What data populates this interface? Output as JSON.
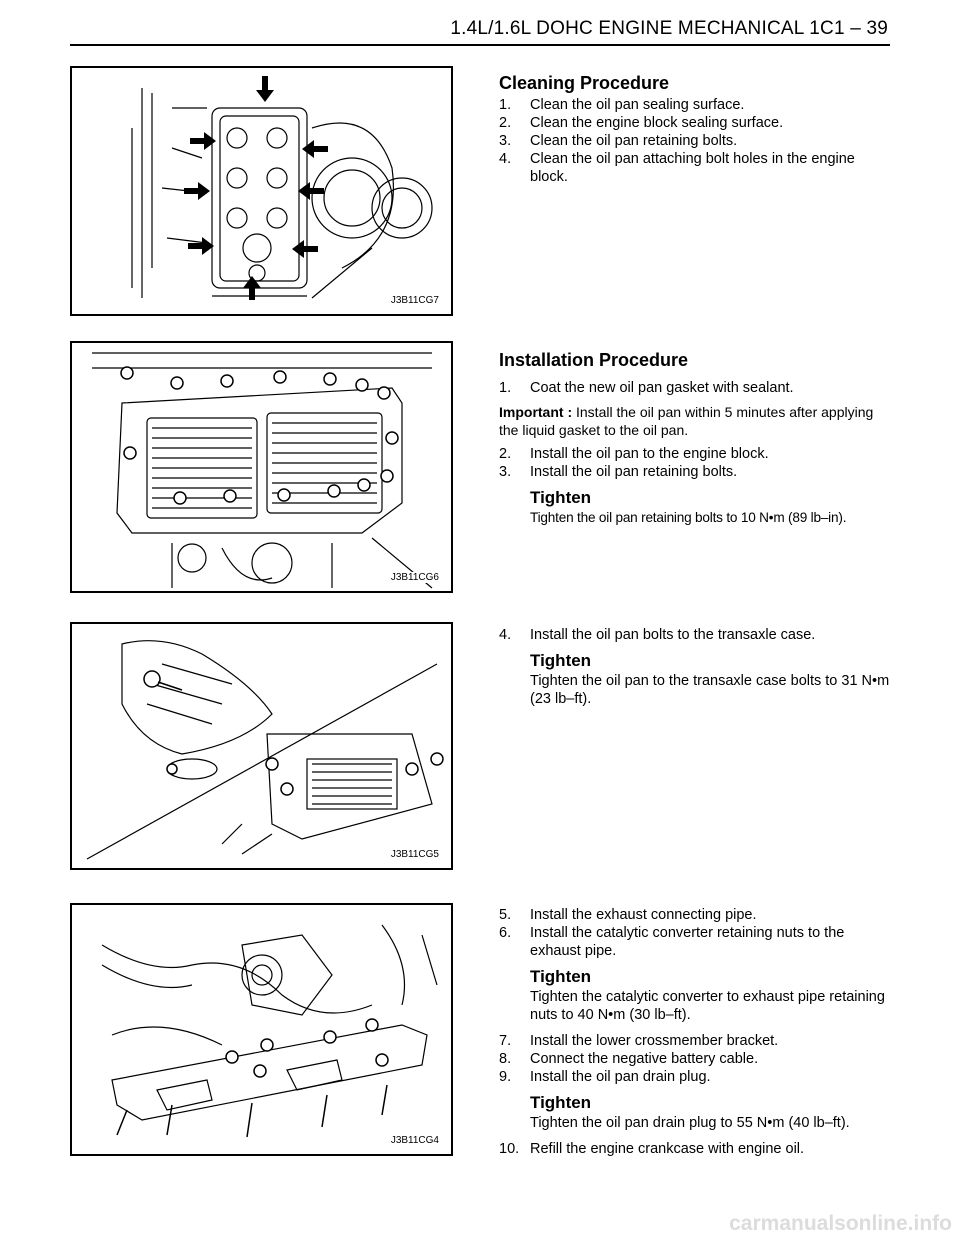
{
  "header": {
    "title": "1.4L/1.6L DOHC ENGINE MECHANICAL  1C1 – 39"
  },
  "figures": [
    {
      "label": "J3B11CG7"
    },
    {
      "label": "J3B11CG6"
    },
    {
      "label": "J3B11CG5"
    },
    {
      "label": "J3B11CG4"
    }
  ],
  "cleaning": {
    "heading": "Cleaning Procedure",
    "steps": [
      {
        "num": "1.",
        "text": "Clean the oil pan sealing surface."
      },
      {
        "num": "2.",
        "text": "Clean the engine block sealing surface."
      },
      {
        "num": "3.",
        "text": "Clean the oil pan retaining bolts."
      },
      {
        "num": "4.",
        "text": "Clean the oil pan attaching bolt holes in the engine block."
      }
    ]
  },
  "installation": {
    "heading": "Installation Procedure",
    "step1": {
      "num": "1.",
      "text": "Coat the new oil pan gasket with sealant."
    },
    "important_label": "Important :",
    "important_text": " Install the oil pan within 5 minutes after applying the liquid gasket to the oil pan.",
    "step2": {
      "num": "2.",
      "text": "Install the oil pan to the engine block."
    },
    "step3": {
      "num": "3.",
      "text": "Install the oil pan retaining bolts."
    },
    "tighten1": {
      "title": "Tighten",
      "text": "Tighten the oil pan retaining bolts to 10 N•m (89 lb–in)."
    },
    "step4": {
      "num": "4.",
      "text": "Install the oil pan bolts to the transaxle case."
    },
    "tighten2": {
      "title": "Tighten",
      "text": "Tighten the oil pan to the transaxle case bolts to 31 N•m (23 lb–ft)."
    },
    "step5": {
      "num": "5.",
      "text": "Install the exhaust connecting pipe."
    },
    "step6": {
      "num": "6.",
      "text": "Install the catalytic converter retaining nuts to the exhaust pipe."
    },
    "tighten3": {
      "title": "Tighten",
      "text": "Tighten the catalytic converter to exhaust pipe retaining nuts to 40 N•m (30 lb–ft)."
    },
    "step7": {
      "num": "7.",
      "text": "Install the lower crossmember bracket."
    },
    "step8": {
      "num": "8.",
      "text": "Connect the negative battery cable."
    },
    "step9": {
      "num": "9.",
      "text": "Install the oil pan drain plug."
    },
    "tighten4": {
      "title": "Tighten",
      "text": "Tighten the oil pan drain plug to 55 N•m (40 lb–ft)."
    },
    "step10": {
      "num": "10.",
      "text": "Refill the engine crankcase with engine oil."
    }
  },
  "watermark": "carmanualsonline.info"
}
